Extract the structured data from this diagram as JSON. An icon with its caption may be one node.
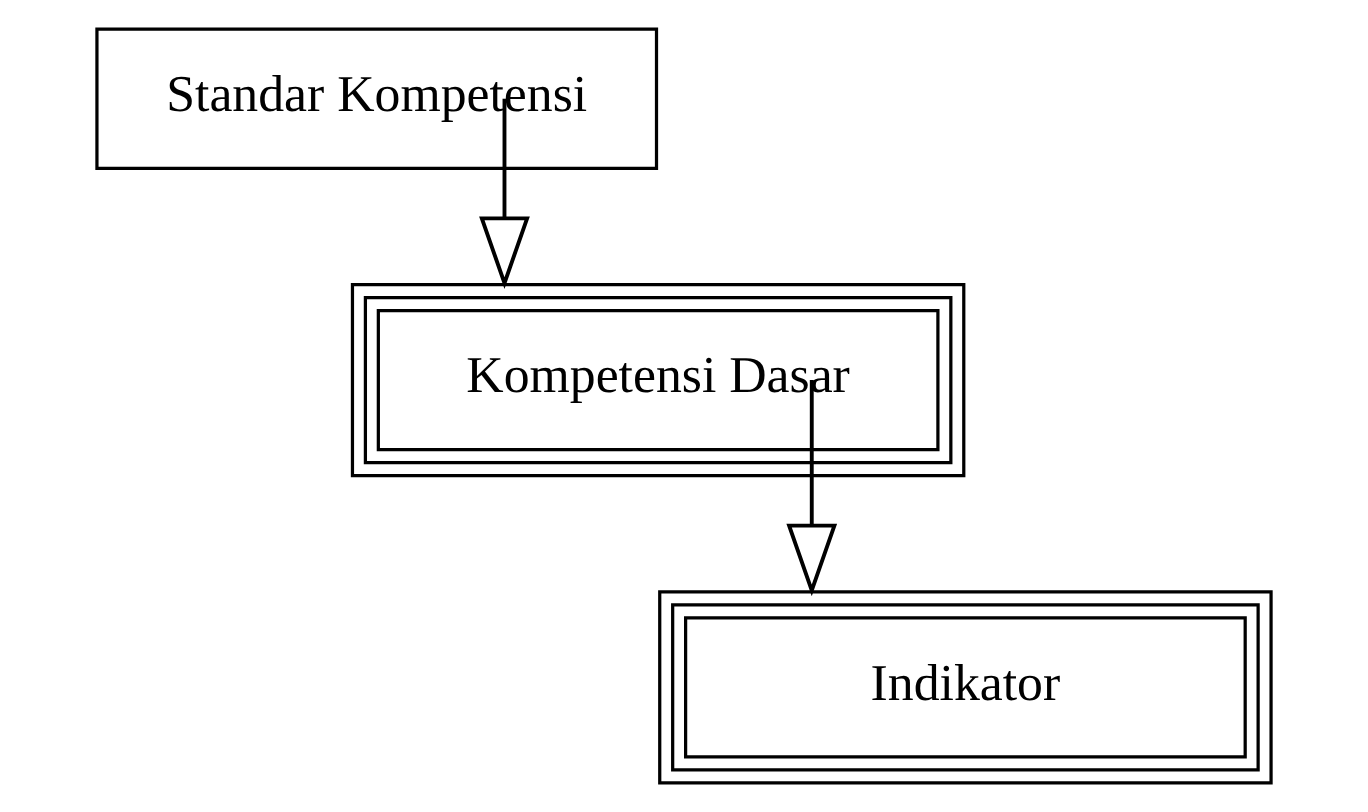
{
  "diagram": {
    "nodes": [
      {
        "text": [
          "Standar Kompetensi"
        ]
      },
      {
        "text": [
          "Kompetensi Dasar"
        ]
      },
      {
        "text": [
          "Indikator"
        ]
      }
    ],
    "edges": [
      {
        "from": 0,
        "to": 1,
        "arrow": "to"
      },
      {
        "from": 1,
        "to": 2,
        "arrow": "to"
      }
    ]
  }
}
